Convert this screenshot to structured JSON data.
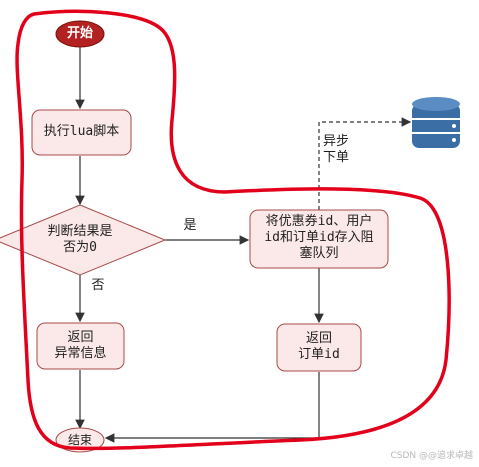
{
  "nodes": {
    "start": "开始",
    "exec_lua": "执行lua脚本",
    "check": "判断结果是\n否为0",
    "save_queue": "将优惠券id、用户\nid和订单id存入阻\n塞队列",
    "return_order": "返回\n订单id",
    "return_error": "返回\n异常信息",
    "end": "结束"
  },
  "edges": {
    "yes": "是",
    "no": "否",
    "async_order": "异步\n下单"
  },
  "watermark": "CSDN @@追求卓越",
  "colors": {
    "start_fill": "#b22222",
    "box_fill": "#fbe8e8",
    "box_border": "#a84a4a",
    "highlight_stroke": "#e3001b",
    "db_fill": "#3b6ea5"
  }
}
